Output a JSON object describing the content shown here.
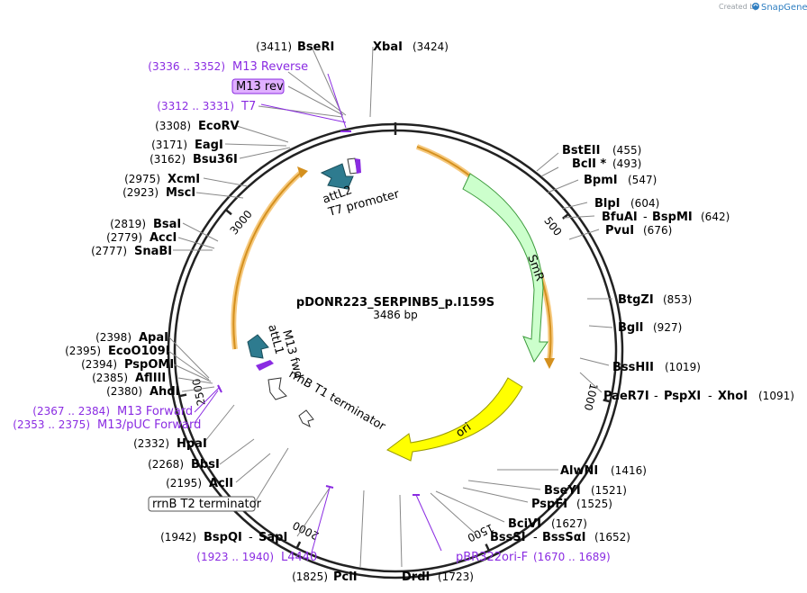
{
  "watermark": {
    "prefix": "Created by",
    "brand": "SnapGene"
  },
  "plasmid": {
    "name": "pDONR223_SERPINB5_p.I159S",
    "length": "3486 bp"
  },
  "ticks": [
    "500",
    "1000",
    "1500",
    "2000",
    "2500",
    "3000"
  ],
  "sites": [
    {
      "name": "BseRI",
      "pos": "(3411)"
    },
    {
      "name": "XbaI",
      "pos": "(3424)"
    },
    {
      "name": "EcoRV",
      "pos": "(3308)"
    },
    {
      "name": "EagI",
      "pos": "(3171)"
    },
    {
      "name": "Bsu36I",
      "pos": "(3162)"
    },
    {
      "name": "XcmI",
      "pos": "(2975)"
    },
    {
      "name": "MscI",
      "pos": "(2923)"
    },
    {
      "name": "BsaI",
      "pos": "(2819)"
    },
    {
      "name": "AccI",
      "pos": "(2779)"
    },
    {
      "name": "SnaBI",
      "pos": "(2777)"
    },
    {
      "name": "ApaI",
      "pos": "(2398)"
    },
    {
      "name": "EcoO109I",
      "pos": "(2395)"
    },
    {
      "name": "PspOMI",
      "pos": "(2394)"
    },
    {
      "name": "AflIII",
      "pos": "(2385)"
    },
    {
      "name": "AhdI",
      "pos": "(2380)"
    },
    {
      "name": "HpaI",
      "pos": "(2332)"
    },
    {
      "name": "BbsI",
      "pos": "(2268)"
    },
    {
      "name": "AclI",
      "pos": "(2195)"
    },
    {
      "name": "BspQI",
      "pos": "(1942)"
    },
    {
      "name": "SapI",
      "pos": ""
    },
    {
      "name": "PciI",
      "pos": "(1825)"
    },
    {
      "name": "DrdI",
      "pos": "(1723)"
    },
    {
      "name": "BstEII",
      "pos": "(455)"
    },
    {
      "name": "BclI *",
      "pos": "(493)"
    },
    {
      "name": "BpmI",
      "pos": "(547)"
    },
    {
      "name": "BlpI",
      "pos": "(604)"
    },
    {
      "name": "BfuAI",
      "pos": ""
    },
    {
      "name": "BspMI",
      "pos": "(642)"
    },
    {
      "name": "PvuI",
      "pos": "(676)"
    },
    {
      "name": "BtgZI",
      "pos": "(853)"
    },
    {
      "name": "BglI",
      "pos": "(927)"
    },
    {
      "name": "BssHII",
      "pos": "(1019)"
    },
    {
      "name": "PaeR7I",
      "pos": ""
    },
    {
      "name": "PspXI",
      "pos": ""
    },
    {
      "name": "XhoI",
      "pos": "(1091)"
    },
    {
      "name": "AlwNI",
      "pos": "(1416)"
    },
    {
      "name": "BseYI",
      "pos": "(1521)"
    },
    {
      "name": "PspFI",
      "pos": "(1525)"
    },
    {
      "name": "BciVI",
      "pos": "(1627)"
    },
    {
      "name": "BssSI",
      "pos": ""
    },
    {
      "name": "BssSαI",
      "pos": "(1652)"
    }
  ],
  "primers": [
    {
      "name": "M13 Reverse",
      "range": "(3336 .. 3352)"
    },
    {
      "name": "M13 rev",
      "range": ""
    },
    {
      "name": "T7",
      "range": "(3312 .. 3331)"
    },
    {
      "name": "M13 Forward",
      "range": "(2367 .. 2384)"
    },
    {
      "name": "M13/pUC Forward",
      "range": "(2353 .. 2375)"
    },
    {
      "name": "L4440",
      "range": "(1923 .. 1940)"
    },
    {
      "name": "pBR322ori-F",
      "range": "(1670 .. 1689)"
    }
  ],
  "features": [
    {
      "name": "SmR",
      "color": "#ccffcc"
    },
    {
      "name": "ori",
      "color": "#ffff00"
    },
    {
      "name": "attL2",
      "color": "#2e7b8f"
    },
    {
      "name": "attL1",
      "color": "#2e7b8f"
    },
    {
      "name": "T7 promoter",
      "color": "#ffffff"
    },
    {
      "name": "M13 fwd",
      "color": "#ffffff"
    },
    {
      "name": "rrnB T1 terminator",
      "color": "#ffffff"
    },
    {
      "name": "rrnB T2 terminator",
      "color": "#ffffff"
    }
  ],
  "colors": {
    "primer": "#8a2be2",
    "orf": "#f0a030",
    "backbone": "#222222"
  }
}
